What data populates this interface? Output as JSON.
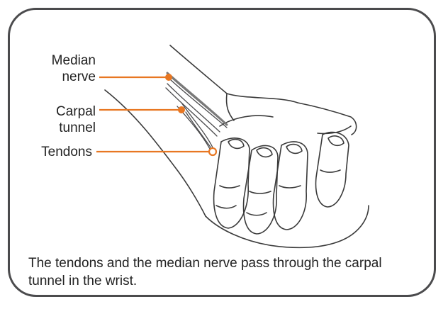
{
  "labels": {
    "median_line1": "Median",
    "median_line2": "nerve",
    "carpal_line1": "Carpal",
    "carpal_line2": "tunnel",
    "tendons": "Tendons"
  },
  "caption": "The tendons and the median nerve pass through the carpal tunnel in the wrist.",
  "colors": {
    "accent": "#e87722",
    "outline": "#4b4b4d",
    "text": "#222222"
  }
}
